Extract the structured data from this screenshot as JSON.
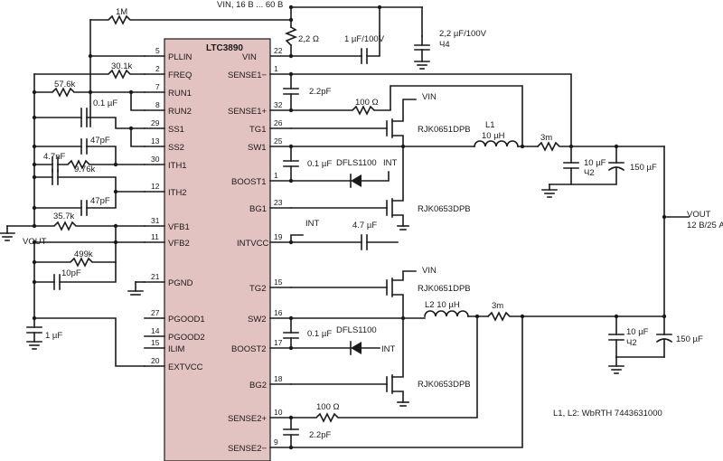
{
  "ic": {
    "part": "LTC3890"
  },
  "pins": {
    "p5": "5",
    "p2": "2",
    "p7": "7",
    "p8": "8",
    "p29": "29",
    "p13": "13",
    "p30": "30",
    "p12": "12",
    "p31": "31",
    "p11": "11",
    "p21": "21",
    "p27": "27",
    "p14": "14",
    "p15l": "15",
    "p20": "20",
    "p22": "22",
    "p1a": "1",
    "p32": "32",
    "p26": "26",
    "p25": "25",
    "p1b": "1",
    "p23": "23",
    "p19": "19",
    "p15r": "15",
    "p16": "16",
    "p17": "17",
    "p18": "18",
    "p10": "10",
    "p9": "9",
    "pllin": "PLLIN",
    "freq": "FREQ",
    "run1": "RUN1",
    "run2": "RUN2",
    "ss1": "SS1",
    "ss2": "SS2",
    "ith1": "ITH1",
    "ith2": "ITH2",
    "vfb1": "VFB1",
    "vfb2": "VFB2",
    "pgnd": "PGND",
    "pgood1": "PGOOD1",
    "pgood2": "PGOOD2",
    "ilim": "ILIM",
    "extvcc": "EXTVCC",
    "vin": "VIN",
    "sense1m": "SENSE1−",
    "sense1p": "SENSE1+",
    "tg1": "TG1",
    "sw1": "SW1",
    "boost1": "BOOST1",
    "bg1": "BG1",
    "intvcc": "INTVCC",
    "tg2": "TG2",
    "sw2": "SW2",
    "boost2": "BOOST2",
    "bg2": "BG2",
    "sense2p": "SENSE2+",
    "sense2m": "SENSE2−"
  },
  "labels": {
    "vin": "VIN, 16 В ... 60 В",
    "r_2p2": "2,2 Ω",
    "c_1uf_100v": "1 µF/100V",
    "c_2p2uf_100v": "2,2 µF/100V",
    "x4_a": "Ч4",
    "r_1m": "1M",
    "r_30_1k": "30.1k",
    "r_57_6k": "57.6k",
    "c_0_1uf_ss": "0.1 µF",
    "c_47pf_a": "47pF",
    "c_4_7nf": "4.7nF",
    "r_9_76k": "9.76k",
    "c_47pf_b": "47pF",
    "r_35_7k": "35.7k",
    "vout_left": "VOUT",
    "r_499k": "499k",
    "c_10pf": "10pF",
    "c_1uf_b": "1 µF",
    "c_2_2pf_a": "2.2pF",
    "r_100_a": "100 Ω",
    "vin_short_a": "VIN",
    "q_tg1": "RJK0651DPB",
    "l1": "L1",
    "l1_val": "10 µH",
    "r_3m_a": "3m",
    "c_0_1uf_b1": "0.1 µF",
    "diode_a": "DFLS1100",
    "int_a": "INT",
    "c_10uf_a": "10 µF",
    "x2_a": "Ч2",
    "c_150uf_a": "150 µF",
    "q_bg1": "RJK0653DPB",
    "int_b": "INT",
    "c_4_7uf": "4.7 µF",
    "vout": "VOUT",
    "vout_spec": "12 В/25 A",
    "vin_short_b": "VIN",
    "q_tg2": "RJK0651DPB",
    "l2": "L2 10 µH",
    "r_3m_b": "3m",
    "c_0_1uf_b2": "0.1 µF",
    "diode_b": "DFLS1100",
    "int_c": "INT",
    "c_10uf_b": "10 µF",
    "x2_b": "Ч2",
    "c_150uf_b": "150 µF",
    "q_bg2": "RJK0653DPB",
    "r_100_b": "100 Ω",
    "c_2_2pf_b": "2.2pF",
    "note": "L1, L2: WbRTH 7443631000"
  }
}
